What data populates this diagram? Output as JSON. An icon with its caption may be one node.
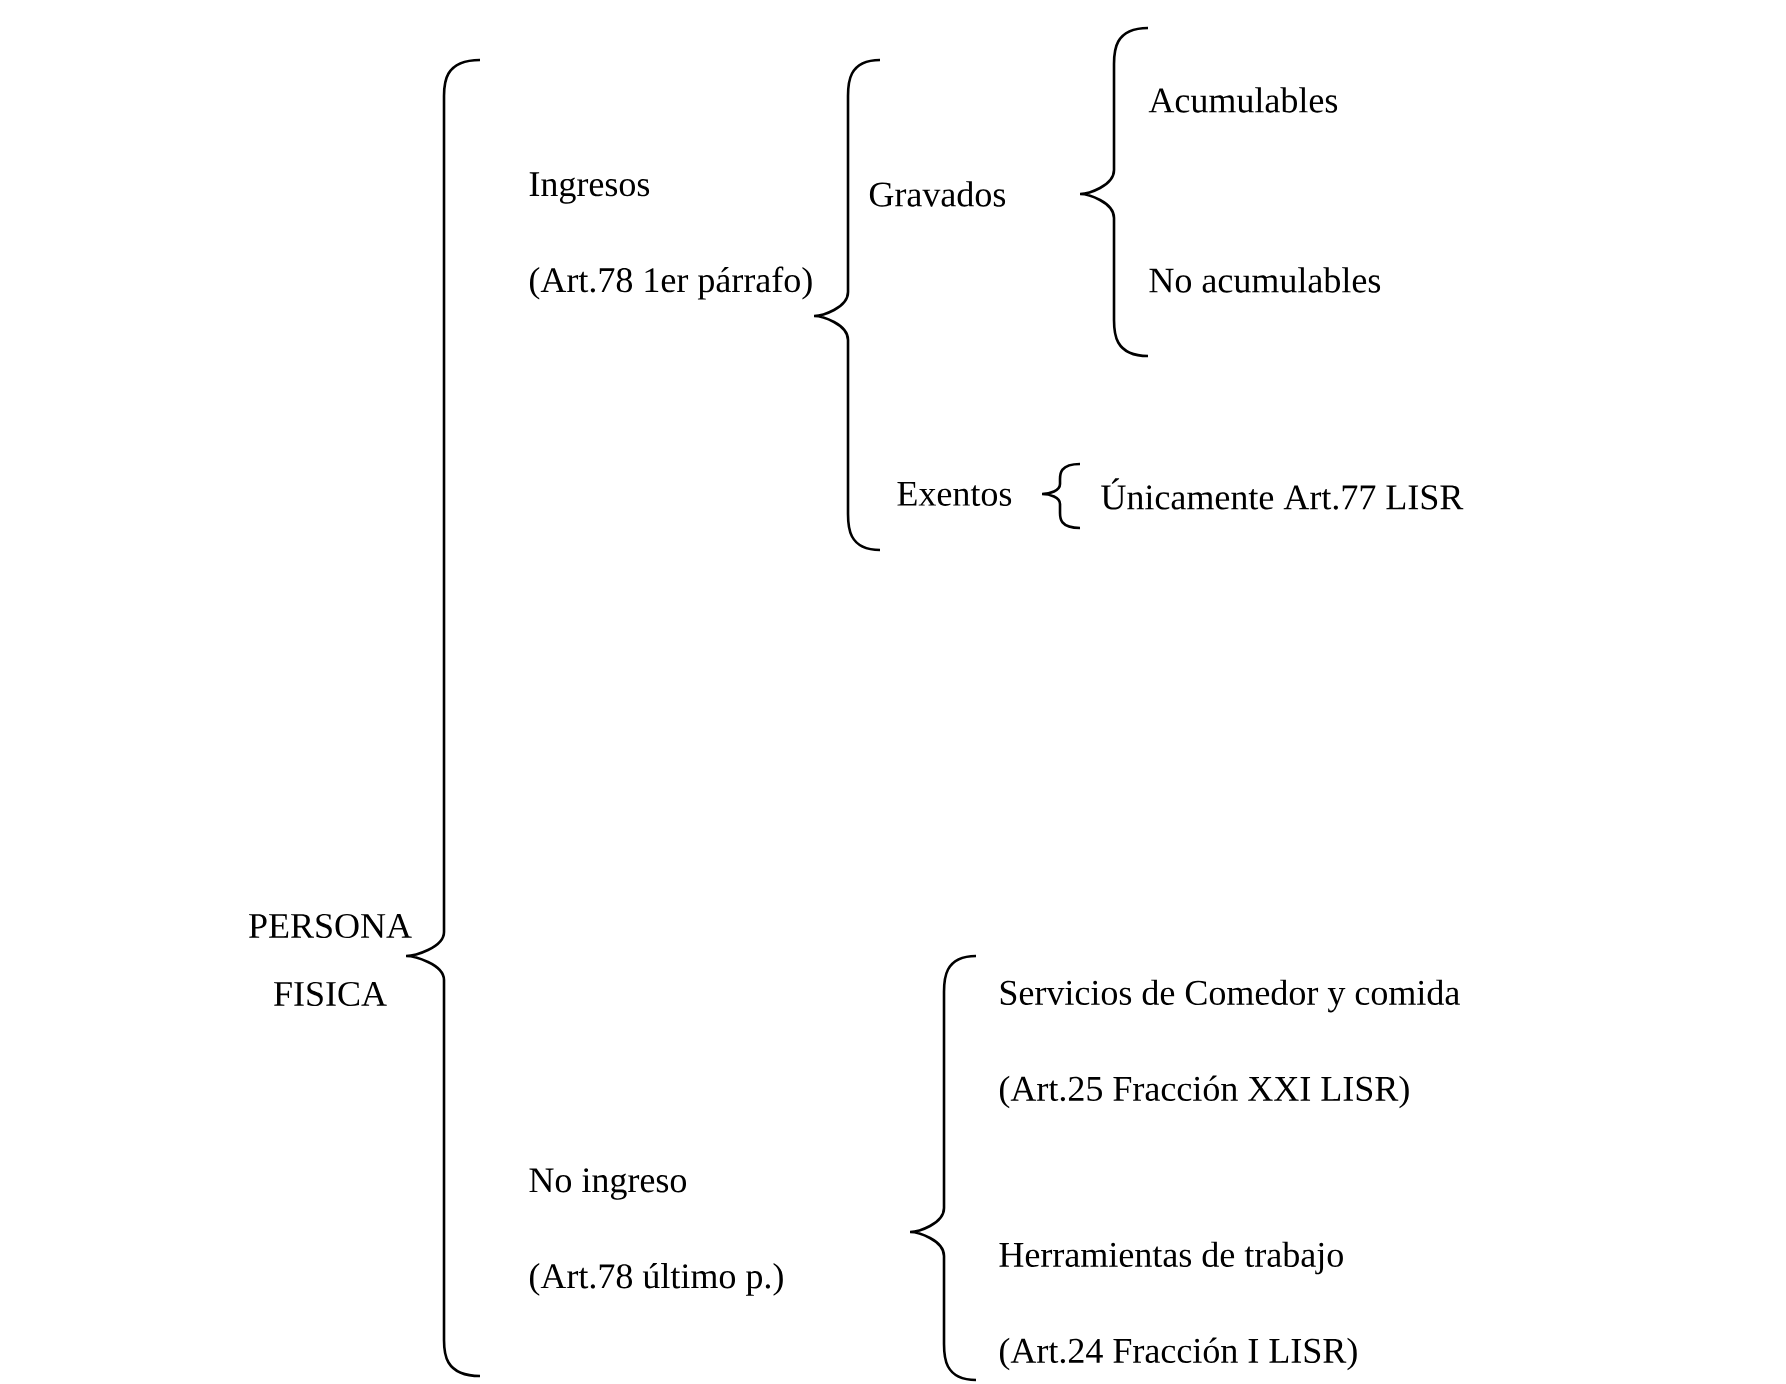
{
  "diagram": {
    "nodes": [
      {
        "text": [
          "PERSONA FISICA"
        ]
      },
      {
        "text": [
          "Ingresos",
          "(Art.78 1er párrafo)"
        ]
      },
      {
        "text": [
          "Gravados"
        ]
      },
      {
        "text": [
          "Acumulables"
        ]
      },
      {
        "text": [
          "No acumulables"
        ]
      },
      {
        "text": [
          "Exentos"
        ]
      },
      {
        "text": [
          "Únicamente Art.77 LISR"
        ]
      },
      {
        "text": [
          "No ingreso",
          "(Art.78 último p.)"
        ]
      },
      {
        "text": [
          "Servicios de Comedor y comida",
          "(Art.25 Fracción XXI LISR)"
        ]
      },
      {
        "text": [
          "Herramientas de trabajo",
          "(Art.24 Fracción I LISR)"
        ]
      }
    ]
  }
}
